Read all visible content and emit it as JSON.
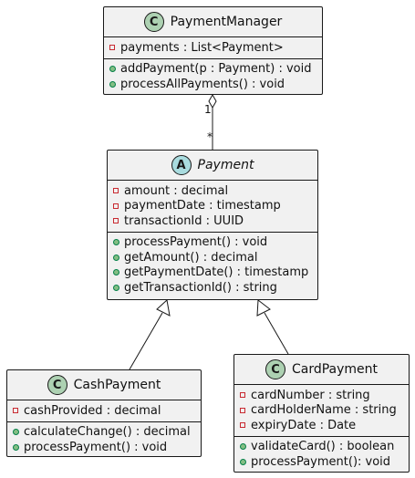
{
  "classes": {
    "payment_manager": {
      "stereotype": "C",
      "name": "PaymentManager",
      "attributes": [
        "payments : List<Payment>"
      ],
      "methods": [
        "addPayment(p : Payment) : void",
        "processAllPayments() : void"
      ]
    },
    "payment": {
      "stereotype": "A",
      "name": "Payment",
      "attributes": [
        "amount : decimal",
        "paymentDate : timestamp",
        "transactionId : UUID"
      ],
      "methods": [
        "processPayment() : void",
        "getAmount() : decimal",
        "getPaymentDate() : timestamp",
        "getTransactionId() : string"
      ]
    },
    "cash_payment": {
      "stereotype": "C",
      "name": "CashPayment",
      "attributes": [
        "cashProvided : decimal"
      ],
      "methods": [
        "calculateChange() : decimal",
        "processPayment() : void"
      ]
    },
    "card_payment": {
      "stereotype": "C",
      "name": "CardPayment",
      "attributes": [
        "cardNumber : string",
        "cardHolderName : string",
        "expiryDate : Date"
      ],
      "methods": [
        "validateCard() : boolean",
        "processPayment(): void"
      ]
    }
  },
  "relations": {
    "aggregation": {
      "source_multiplicity": "1",
      "target_multiplicity": "*"
    }
  },
  "colors": {
    "class_fill": "#f1f1f1",
    "border": "#181818",
    "class_badge": "#add1b2",
    "abstract_badge": "#a9dcdf",
    "private_marker": "#c82930",
    "public_marker": "#84be84"
  }
}
